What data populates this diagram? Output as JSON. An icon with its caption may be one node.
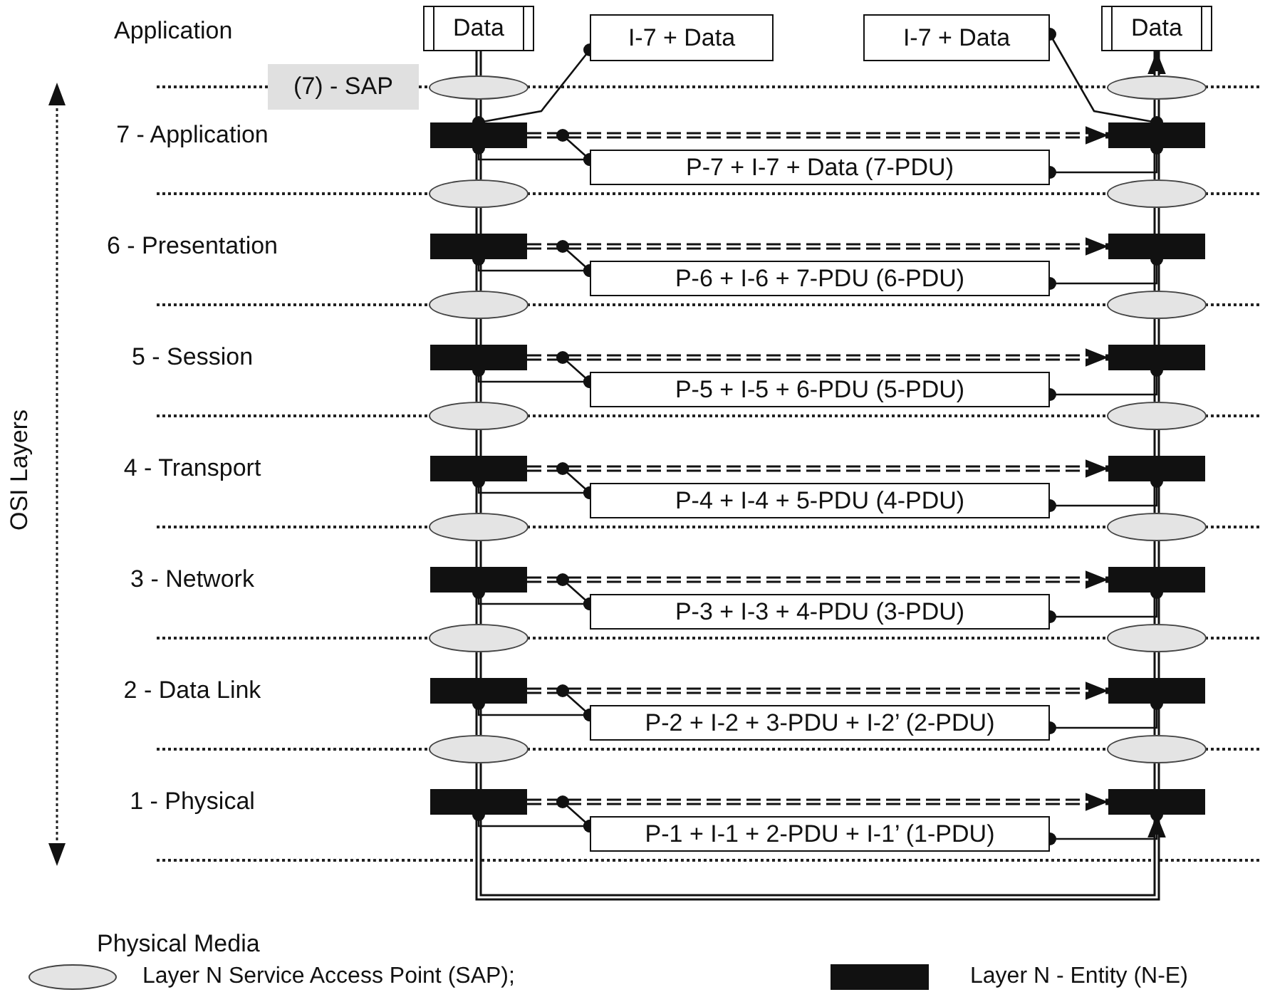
{
  "diagram": {
    "nodes": [
      {
        "text": [
          "Data"
        ]
      },
      {
        "text": [
          "I-7 + Data"
        ]
      },
      {
        "text": [
          "I-7 + Data"
        ]
      },
      {
        "text": [
          "Data"
        ]
      },
      {
        "text": [
          "(7) - SAP"
        ]
      },
      {
        "text": [],
        "shape": "ellipse"
      },
      {
        "text": [],
        "shape": "ellipse"
      },
      {
        "text": [],
        "shape": "bar"
      },
      {
        "text": [],
        "shape": "bar"
      },
      {
        "text": [
          "P-7 + I-7 + Data (7-PDU)"
        ]
      },
      {
        "text": [],
        "shape": "ellipse"
      },
      {
        "text": [],
        "shape": "ellipse"
      },
      {
        "text": [],
        "shape": "bar"
      },
      {
        "text": [],
        "shape": "bar"
      },
      {
        "text": [
          "P-6 + I-6 + 7-PDU (6-PDU)"
        ]
      },
      {
        "text": [],
        "shape": "ellipse"
      },
      {
        "text": [],
        "shape": "ellipse"
      },
      {
        "text": [],
        "shape": "bar"
      },
      {
        "text": [],
        "shape": "bar"
      },
      {
        "text": [
          "P-5 + I-5 + 6-PDU (5-PDU)"
        ]
      },
      {
        "text": [],
        "shape": "ellipse"
      },
      {
        "text": [],
        "shape": "ellipse"
      },
      {
        "text": [],
        "shape": "bar"
      },
      {
        "text": [],
        "shape": "bar"
      },
      {
        "text": [
          "P-4 + I-4 + 5-PDU (4-PDU)"
        ]
      },
      {
        "text": [],
        "shape": "ellipse"
      },
      {
        "text": [],
        "shape": "ellipse"
      },
      {
        "text": [],
        "shape": "bar"
      },
      {
        "text": [],
        "shape": "bar"
      },
      {
        "text": [
          "P-3 + I-3 + 4-PDU (3-PDU)"
        ]
      },
      {
        "text": [],
        "shape": "ellipse"
      },
      {
        "text": [],
        "shape": "ellipse"
      },
      {
        "text": [],
        "shape": "bar"
      },
      {
        "text": [],
        "shape": "bar"
      },
      {
        "text": [
          "P-2 + I-2 + 3-PDU + I-2’ (2-PDU)"
        ]
      },
      {
        "text": [],
        "shape": "ellipse"
      },
      {
        "text": [],
        "shape": "ellipse"
      },
      {
        "text": [],
        "shape": "bar"
      },
      {
        "text": [],
        "shape": "bar"
      },
      {
        "text": [
          "P-1 + I-1 + 2-PDU + I-1’ (1-PDU)"
        ]
      }
    ],
    "edges": [
      {
        "from": 0,
        "to": 5,
        "arrow": "none"
      },
      {
        "from": 5,
        "to": 7,
        "arrow": "none"
      },
      {
        "from": 7,
        "to": 10,
        "arrow": "none"
      },
      {
        "from": 10,
        "to": 12,
        "arrow": "none"
      },
      {
        "from": 12,
        "to": 15,
        "arrow": "none"
      },
      {
        "from": 15,
        "to": 17,
        "arrow": "none"
      },
      {
        "from": 17,
        "to": 20,
        "arrow": "none"
      },
      {
        "from": 20,
        "to": 22,
        "arrow": "none"
      },
      {
        "from": 22,
        "to": 25,
        "arrow": "none"
      },
      {
        "from": 25,
        "to": 27,
        "arrow": "none"
      },
      {
        "from": 27,
        "to": 30,
        "arrow": "none"
      },
      {
        "from": 30,
        "to": 32,
        "arrow": "none"
      },
      {
        "from": 32,
        "to": 35,
        "arrow": "none"
      },
      {
        "from": 35,
        "to": 37,
        "arrow": "none"
      },
      {
        "from": 37,
        "to": 38,
        "arrow": "to"
      },
      {
        "from": 38,
        "to": 36,
        "arrow": "none"
      },
      {
        "from": 36,
        "to": 33,
        "arrow": "none"
      },
      {
        "from": 33,
        "to": 31,
        "arrow": "none"
      },
      {
        "from": 31,
        "to": 28,
        "arrow": "none"
      },
      {
        "from": 28,
        "to": 26,
        "arrow": "none"
      },
      {
        "from": 26,
        "to": 23,
        "arrow": "none"
      },
      {
        "from": 23,
        "to": 21,
        "arrow": "none"
      },
      {
        "from": 21,
        "to": 18,
        "arrow": "none"
      },
      {
        "from": 18,
        "to": 16,
        "arrow": "none"
      },
      {
        "from": 16,
        "to": 13,
        "arrow": "none"
      },
      {
        "from": 13,
        "to": 11,
        "arrow": "none"
      },
      {
        "from": 11,
        "to": 8,
        "arrow": "none"
      },
      {
        "from": 8,
        "to": 6,
        "arrow": "none"
      },
      {
        "from": 6,
        "to": 3,
        "arrow": "to"
      },
      {
        "from": 7,
        "to": 8,
        "arrow": "to",
        "style": "dashed"
      },
      {
        "from": 12,
        "to": 13,
        "arrow": "to",
        "style": "dashed"
      },
      {
        "from": 17,
        "to": 18,
        "arrow": "to",
        "style": "dashed"
      },
      {
        "from": 22,
        "to": 23,
        "arrow": "to",
        "style": "dashed"
      },
      {
        "from": 27,
        "to": 28,
        "arrow": "to",
        "style": "dashed"
      },
      {
        "from": 32,
        "to": 33,
        "arrow": "to",
        "style": "dashed"
      },
      {
        "from": 37,
        "to": 38,
        "arrow": "to",
        "style": "dashed"
      },
      {
        "from": 1,
        "to": 7,
        "arrow": "other"
      },
      {
        "from": 2,
        "to": 8,
        "arrow": "other"
      },
      {
        "from": 7,
        "to": 9,
        "arrow": "other"
      },
      {
        "from": 9,
        "to": null,
        "arrow": "other"
      },
      {
        "from": 9,
        "to": 8,
        "arrow": "other"
      },
      {
        "from": 12,
        "to": 14,
        "arrow": "other"
      },
      {
        "from": 14,
        "to": null,
        "arrow": "other"
      },
      {
        "from": 14,
        "to": 13,
        "arrow": "other"
      },
      {
        "from": 17,
        "to": 19,
        "arrow": "other"
      },
      {
        "from": 19,
        "to": null,
        "arrow": "other"
      },
      {
        "from": 19,
        "to": 18,
        "arrow": "other"
      },
      {
        "from": 22,
        "to": 24,
        "arrow": "other"
      },
      {
        "from": 24,
        "to": null,
        "arrow": "other"
      },
      {
        "from": 24,
        "to": 23,
        "arrow": "other"
      },
      {
        "from": 27,
        "to": 29,
        "arrow": "other"
      },
      {
        "from": 29,
        "to": null,
        "arrow": "other"
      },
      {
        "from": 29,
        "to": 28,
        "arrow": "other"
      },
      {
        "from": 32,
        "to": 34,
        "arrow": "other"
      },
      {
        "from": 34,
        "to": null,
        "arrow": "other"
      },
      {
        "from": 34,
        "to": 33,
        "arrow": "other"
      },
      {
        "from": 37,
        "to": 39,
        "arrow": "other"
      },
      {
        "from": 39,
        "to": null,
        "arrow": "other"
      },
      {
        "from": 39,
        "to": 38,
        "arrow": "other"
      }
    ],
    "labels": [
      "Application",
      "7 - Application",
      "6 - Presentation",
      "5 - Session",
      "4 - Transport",
      "3 - Network",
      "2 - Data Link",
      "1 - Physical",
      "OSI Layers",
      "Physical Media"
    ],
    "legend": [
      {
        "text": "Layer N Service Access Point (SAP);"
      },
      {
        "text": "Layer N - Entity (N-E)"
      }
    ]
  }
}
